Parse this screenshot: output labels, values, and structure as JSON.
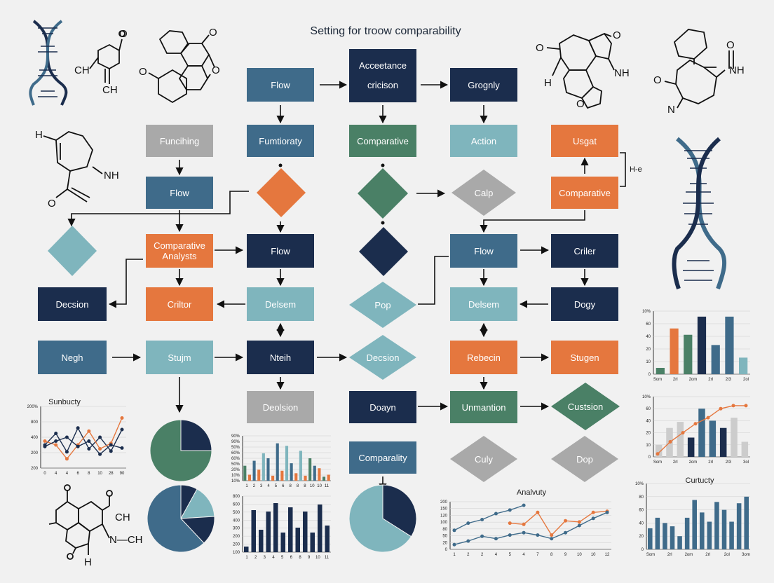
{
  "title": "Setting for troow comparability",
  "nodes": {
    "flow_top": "Flow",
    "acceptance": "Acceetance\ncricison",
    "grognly": "Grognly",
    "funcihing": "Funcihing",
    "fumtioraty": "Fumtioraty",
    "comparative_top": "Comparative",
    "action": "Action",
    "usgat": "Usgat",
    "flow2": "Flow",
    "comparative_right": "Comparative",
    "comp_analysis": "Comparative\nAnalysts",
    "flow_mid": "Flow",
    "flow_right": "Flow",
    "criler_right": "Criler",
    "decsion_left": "Decsion",
    "criltor": "Criltor",
    "delsem": "Delsem",
    "delsem_right": "Delsem",
    "dogy": "Dogy",
    "negh": "Negh",
    "stujm": "Stujm",
    "nteih": "Nteih",
    "rebecin": "Rebecin",
    "stugen": "Stugen",
    "deolsion": "Deolsion",
    "doayn": "Doayn",
    "unmantion": "Unmantion",
    "comparality": "Comparality"
  },
  "diamonds": {
    "calp": "Calp",
    "pop": "Pop",
    "decsion_mid": "Decsion",
    "custsion": "Custsion",
    "culy": "Culy",
    "dop": "Dop"
  },
  "side_label": "H-e",
  "chem_labels": {
    "ch1": "CH",
    "ch2": "CH",
    "o1": "O",
    "o2": "O",
    "h1": "H",
    "nh1": "NH",
    "o3": "O",
    "o4": "O",
    "o5": "O",
    "nh2": "NH",
    "h2": "H",
    "o6": "O",
    "o7": "O",
    "o8": "O",
    "nh3": "NH",
    "n1": "N",
    "o9": "O",
    "ch3": "CH",
    "nch": "N—CH",
    "h3": "H",
    "o10": "O"
  },
  "colors": {
    "navy": "#1b2d4d",
    "steel": "#3f6b8a",
    "teal": "#7fb5bd",
    "green": "#4a8066",
    "orange": "#e5773e",
    "gray": "#a9a9a9",
    "background": "#f1f1f1"
  },
  "chart_data": [
    {
      "type": "line",
      "title": "Sunbucty",
      "yticks": [
        "200%",
        "800",
        "400",
        "200",
        "200"
      ],
      "xticks": [
        "0",
        "4",
        "4",
        "6",
        "8",
        "10",
        "28",
        "90"
      ],
      "series": [
        {
          "color": "#1b2d4d",
          "values": [
            300,
            450,
            210,
            520,
            250,
            400,
            220,
            500
          ]
        },
        {
          "color": "#e5773e",
          "values": [
            350,
            300,
            120,
            300,
            480,
            250,
            320,
            650
          ]
        },
        {
          "color": "#1b2d4d",
          "values": [
            280,
            350,
            400,
            280,
            350,
            180,
            300,
            260
          ]
        }
      ],
      "ylim": [
        0,
        800
      ]
    },
    {
      "type": "pie",
      "slices": [
        {
          "value": 25,
          "color": "#1b2d4d"
        },
        {
          "value": 75,
          "color": "#4a8066"
        }
      ]
    },
    {
      "type": "bar",
      "yticks": [
        "90%",
        "90%",
        "50%",
        "60%",
        "60%",
        "50%",
        "20%",
        "10%",
        "10%"
      ],
      "xticks": [
        "1",
        "2",
        "3",
        "4",
        "5",
        "6",
        "8",
        "8",
        "8",
        "10",
        "10",
        "11"
      ],
      "values": [
        30,
        12,
        40,
        22,
        55,
        45,
        10,
        75,
        20,
        70,
        35,
        15,
        60,
        10,
        45,
        30,
        25,
        8,
        12
      ],
      "colors": [
        "#4a8066",
        "#e5773e",
        "#3f6b8a",
        "#e5773e",
        "#7fb5bd",
        "#3f6b8a",
        "#e5773e",
        "#3f6b8a",
        "#e5773e",
        "#7fb5bd",
        "#3f6b8a",
        "#e5773e",
        "#7fb5bd",
        "#e5773e",
        "#4a8066",
        "#3f6b8a",
        "#e5773e",
        "#4a8066",
        "#e5773e"
      ],
      "ylim": [
        0,
        90
      ]
    },
    {
      "type": "pie",
      "slices": [
        {
          "value": 8,
          "color": "#1b2d4d"
        },
        {
          "value": 16,
          "color": "#7fb5bd"
        },
        {
          "value": 14,
          "color": "#1b2d4d"
        },
        {
          "value": 62,
          "color": "#3f6b8a"
        }
      ]
    },
    {
      "type": "bar",
      "yticks": [
        "800",
        "600",
        "500",
        "400",
        "300",
        "200",
        "200",
        "100"
      ],
      "xticks": [
        "1",
        "2",
        "3",
        "4",
        "5",
        "6",
        "8",
        "9",
        "10",
        "11"
      ],
      "values": [
        8,
        60,
        32,
        58,
        70,
        28,
        64,
        35,
        58,
        28,
        68,
        38
      ],
      "color": "#1b2d4d",
      "ylim": [
        0,
        80
      ]
    },
    {
      "type": "pie",
      "slices": [
        {
          "value": 34,
          "color": "#1b2d4d"
        },
        {
          "value": 66,
          "color": "#7fb5bd"
        }
      ]
    },
    {
      "type": "line",
      "title": "Analvuty",
      "yticks": [
        "200",
        "150",
        "120",
        "100",
        "80",
        "50",
        "20",
        "0"
      ],
      "xticks": [
        "1",
        "2",
        "2",
        "4",
        "5",
        "4",
        "7",
        "8",
        "9",
        "10",
        "10",
        "12"
      ],
      "series": [
        {
          "color": "#3f6b8a",
          "values": [
            80,
            110,
            125,
            150,
            165,
            185,
            null,
            null,
            null,
            null,
            null,
            null
          ]
        },
        {
          "color": "#e5773e",
          "values": [
            null,
            null,
            null,
            null,
            110,
            105,
            155,
            60,
            120,
            115,
            155,
            160
          ]
        },
        {
          "color": "#3f6b8a",
          "values": [
            20,
            35,
            55,
            45,
            60,
            70,
            60,
            45,
            70,
            100,
            130,
            155
          ]
        }
      ],
      "ylim": [
        0,
        200
      ]
    },
    {
      "type": "bar",
      "yticks": [
        "10%",
        "60",
        "40",
        "20",
        "10",
        "0"
      ],
      "xticks": [
        "Som",
        "2rl",
        "2om",
        "2rl",
        "2l3",
        "2ol"
      ],
      "values": [
        8,
        58,
        50,
        73,
        37,
        73,
        21
      ],
      "colors": [
        "#4a8066",
        "#e5773e",
        "#4a8066",
        "#1b2d4d",
        "#3f6b8a",
        "#3f6b8a",
        "#7fb5bd"
      ],
      "ylim": [
        0,
        80
      ]
    },
    {
      "type": "bar",
      "yticks": [
        "10%",
        "60",
        "40",
        "20",
        "10",
        "0"
      ],
      "xticks": [
        "Som",
        "2rl",
        "2om",
        "2rl",
        "2l3",
        "3ol"
      ],
      "values": [
        20,
        48,
        58,
        32,
        80,
        60,
        48,
        65,
        25
      ],
      "colors": [
        "#cccccc",
        "#cccccc",
        "#cccccc",
        "#1b2d4d",
        "#3f6b8a",
        "#3f6b8a",
        "#1b2d4d",
        "#cccccc",
        "#cccccc"
      ],
      "series": [
        {
          "color": "#e5773e",
          "values": [
            5,
            25,
            40,
            55,
            65,
            80,
            85,
            85
          ]
        }
      ],
      "ylim": [
        0,
        100
      ]
    },
    {
      "type": "bar",
      "title": "Curtucty",
      "yticks": [
        "10%",
        "80",
        "60",
        "40",
        "20",
        "0"
      ],
      "xticks": [
        "Som",
        "2rl",
        "2om",
        "2rl",
        "2ol",
        "3om"
      ],
      "values": [
        32,
        48,
        40,
        35,
        20,
        48,
        75,
        56,
        42,
        72,
        60,
        42,
        70,
        80
      ],
      "color": "#3f6b8a",
      "ylim": [
        0,
        100
      ]
    }
  ]
}
